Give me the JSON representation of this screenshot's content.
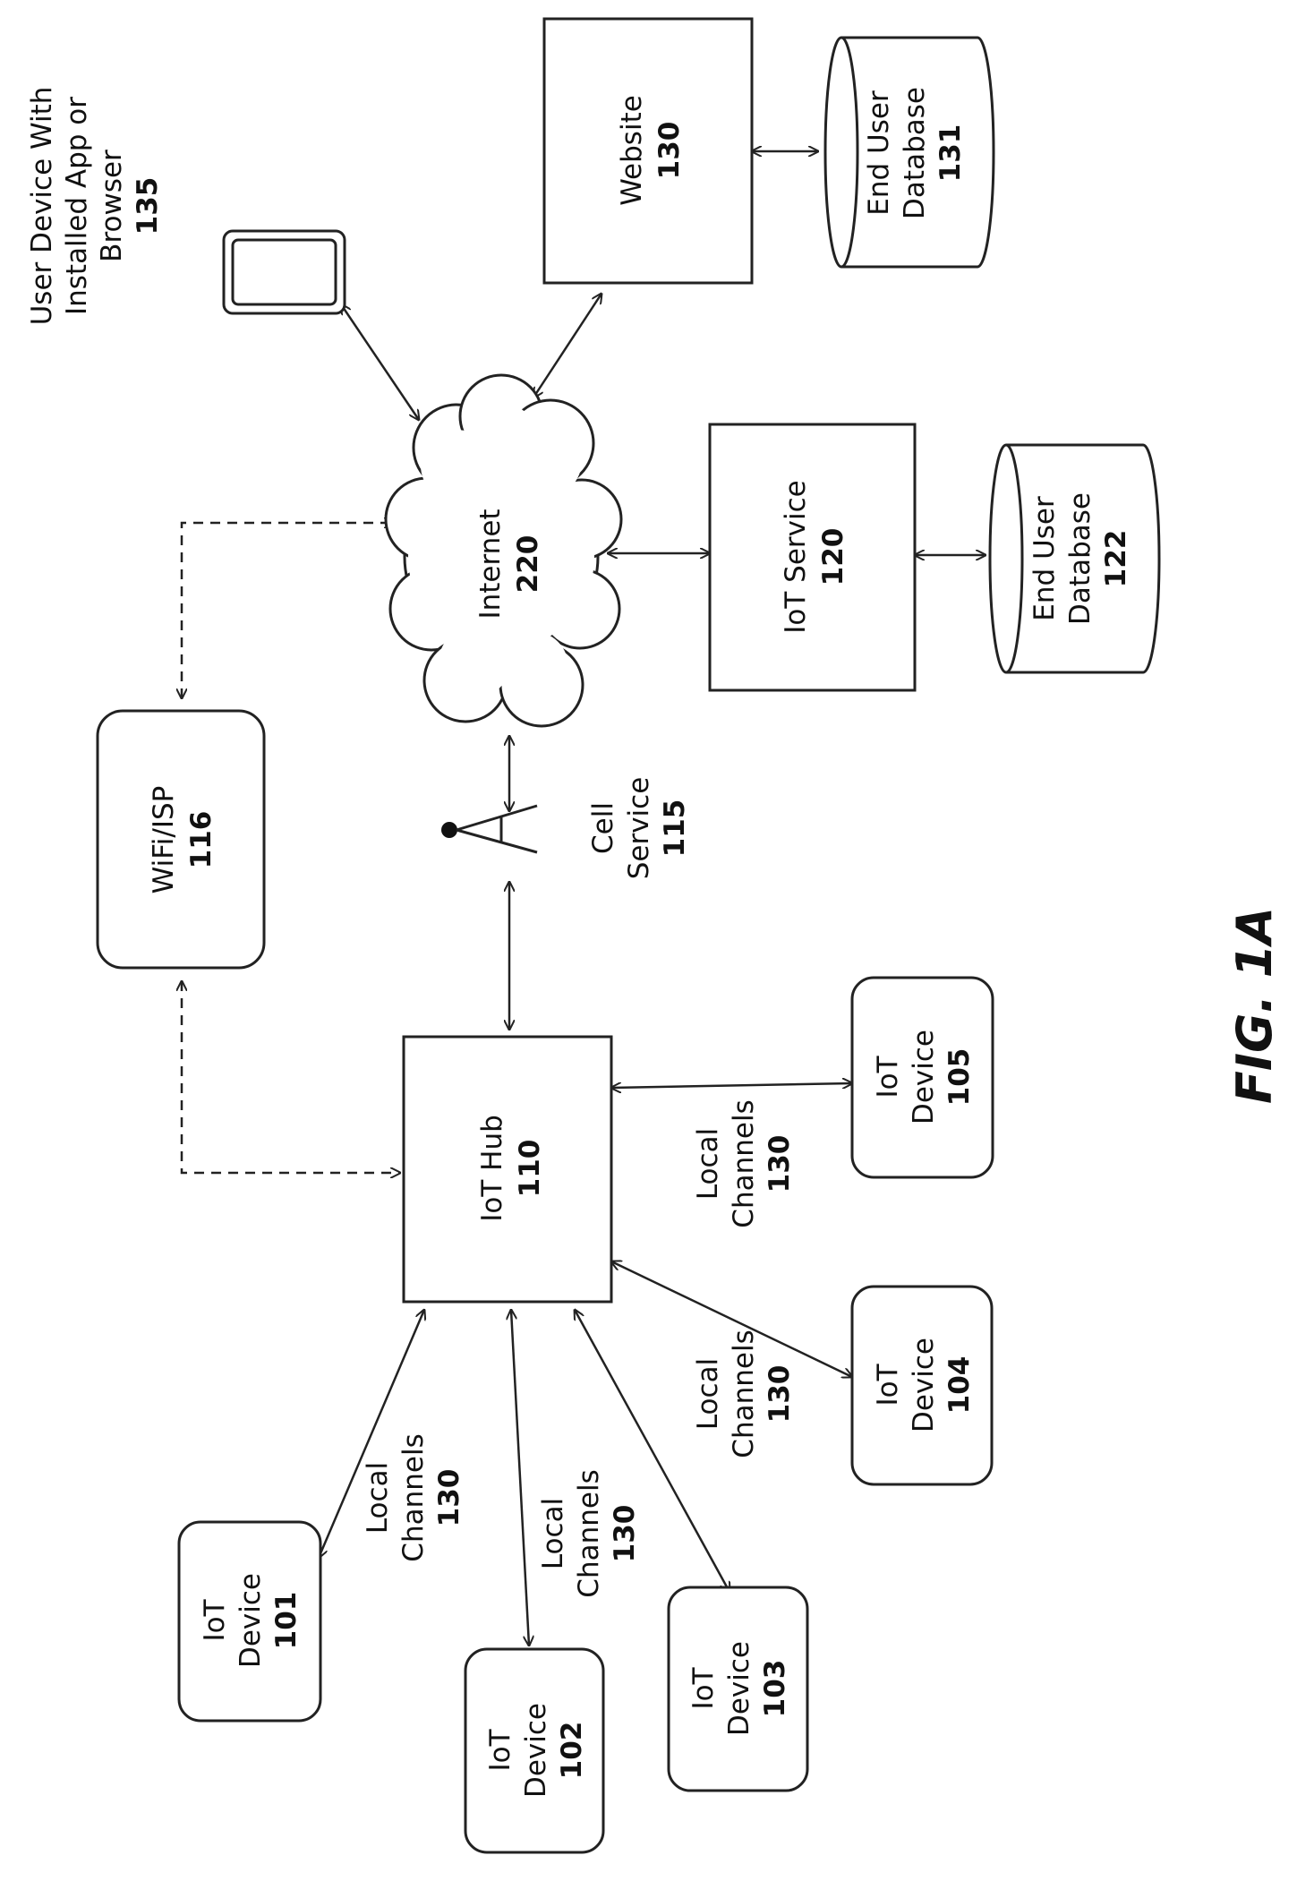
{
  "figure_label": "FIG. 1A",
  "nodes": {
    "user_device": {
      "lines": [
        "User Device With",
        "Installed App or",
        "Browser"
      ],
      "number": "135"
    },
    "website": {
      "lines": [
        "Website"
      ],
      "number": "130"
    },
    "end_user_db_131": {
      "lines": [
        "End User",
        "Database"
      ],
      "number": "131"
    },
    "internet": {
      "lines": [
        "Internet"
      ],
      "number": "220"
    },
    "iot_service": {
      "lines": [
        "IoT Service"
      ],
      "number": "120"
    },
    "end_user_db_122": {
      "lines": [
        "End User",
        "Database"
      ],
      "number": "122"
    },
    "wifi_isp": {
      "lines": [
        "WiFi/ISP"
      ],
      "number": "116"
    },
    "cell_service": {
      "lines": [
        "Cell",
        "Service"
      ],
      "number": "115"
    },
    "iot_hub": {
      "lines": [
        "IoT Hub"
      ],
      "number": "110"
    },
    "iot_device_101": {
      "lines": [
        "IoT",
        "Device"
      ],
      "number": "101"
    },
    "iot_device_102": {
      "lines": [
        "IoT",
        "Device"
      ],
      "number": "102"
    },
    "iot_device_103": {
      "lines": [
        "IoT",
        "Device"
      ],
      "number": "103"
    },
    "iot_device_104": {
      "lines": [
        "IoT",
        "Device"
      ],
      "number": "104"
    },
    "iot_device_105": {
      "lines": [
        "IoT",
        "Device"
      ],
      "number": "105"
    }
  },
  "channel_labels": [
    {
      "lines": [
        "Local",
        "Channels"
      ],
      "number": "130"
    },
    {
      "lines": [
        "Local",
        "Channels"
      ],
      "number": "130"
    },
    {
      "lines": [
        "Local",
        "Channels"
      ],
      "number": "130"
    },
    {
      "lines": [
        "Local",
        "Channels"
      ],
      "number": "130"
    }
  ]
}
